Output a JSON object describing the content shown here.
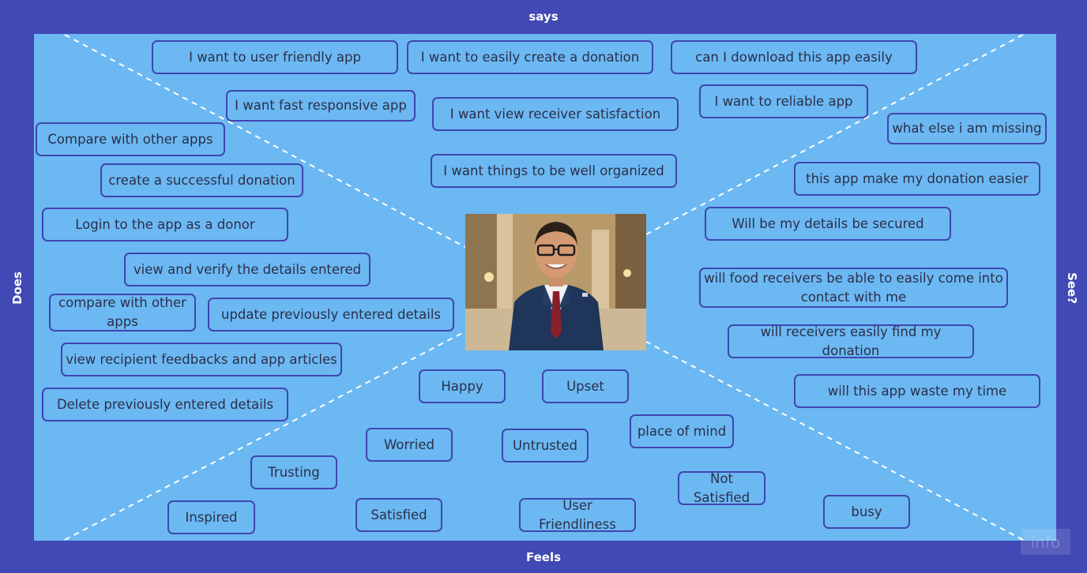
{
  "quadrants": {
    "top": "says",
    "bottom": "Feels",
    "left": "Does",
    "right": "See?"
  },
  "colors": {
    "frame": "#4149b4",
    "canvas": "#6cb8f2",
    "note_border": "#3f46b0",
    "note_text": "#2a2f4a"
  },
  "says_notes": [
    "I want  to user friendly app",
    "I want  to easily create a donation",
    "can I download  this app easily",
    "I want fast responsive app",
    "I want view receiver satisfaction",
    "I want  to reliable app",
    "I want  things to be well organized"
  ],
  "does_notes": [
    "Compare with other apps",
    "create a successful donation",
    "Login to the app as a donor",
    "view and verify the details entered",
    "compare with other apps",
    "update previously entered details",
    "view recipient feedbacks and app articles",
    "Delete previously entered details"
  ],
  "see_notes": [
    "what else i am missing",
    "this app make my donation easier",
    "Will be my details be secured",
    "will food receivers be able to easily come into contact with me",
    "will receivers easily find my donation",
    "will this app waste my time"
  ],
  "feels_notes": [
    "Happy",
    "Upset",
    "place of mind",
    "Worried",
    "Untrusted",
    "Trusting",
    "Not Satisfied",
    "Inspired",
    "Satisfied",
    "User Friendliness",
    "busy"
  ],
  "persona_image": "smiling-man-in-suit-photo",
  "watermark": "info"
}
